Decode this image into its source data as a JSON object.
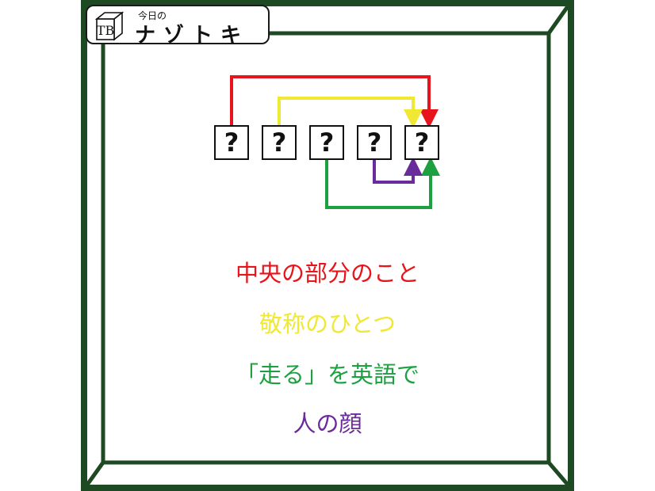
{
  "logo": {
    "cube_letters": "TB",
    "subtitle": "今日の",
    "title": "ナゾトキ"
  },
  "puzzle": {
    "boxes": [
      "?",
      "?",
      "?",
      "?",
      "?"
    ]
  },
  "clues": [
    {
      "text": "中央の部分のこと",
      "color": "#e8141b"
    },
    {
      "text": "敬称のひとつ",
      "color": "#f0e832"
    },
    {
      "text": "「走る」を英語で",
      "color": "#1da040"
    },
    {
      "text": "人の顔",
      "color": "#6a2b9c"
    }
  ],
  "colors": {
    "frame": "#1d4a22",
    "red": "#e8141b",
    "yellow": "#f0e832",
    "green": "#1da040",
    "purple": "#6a2b9c"
  }
}
